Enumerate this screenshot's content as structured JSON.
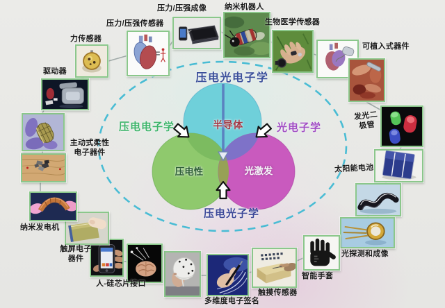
{
  "venn": {
    "top_field": "压电光电子学",
    "left_field": "压电电子学",
    "right_field": "光电子学",
    "bottom_field": "压电光子学",
    "circle_top": "半导体",
    "circle_left": "压电性",
    "circle_right": "光激发",
    "colors": {
      "top_circle": "#6fd0da",
      "left_circle": "#8fc96d",
      "right_circle": "#c95abe",
      "dashed_ellipse": "#49bcd4",
      "top_label": "#3a4f9a",
      "left_label": "#3eb56b",
      "right_label": "#a14ec4",
      "bottom_label": "#3c4898"
    }
  },
  "periphery": {
    "force_sensor": {
      "label": "力传感器"
    },
    "pressure_sensor": {
      "label": "压力/压强传感器"
    },
    "pressure_imaging": {
      "label": "压力/压强成像"
    },
    "nanorobot": {
      "label": "纳米机器人"
    },
    "biomedical_sensor": {
      "label": "生物医学传感器"
    },
    "implantable": {
      "label": "可植入式器件"
    },
    "led": {
      "label": "发光二\n极管"
    },
    "solar_cell": {
      "label": "太阳能电池"
    },
    "photodetection": {
      "label": "光探测和成像"
    },
    "smart_glove": {
      "label": "智能手套"
    },
    "touch_sensor": {
      "label": "触摸传感器"
    },
    "esignature": {
      "label": "多维度电子签名"
    },
    "chip_interface": {
      "label": "人-硅芯片接口"
    },
    "touchscreen": {
      "label": "触屏电子\n器件"
    },
    "nanogenerator": {
      "label": "纳米发电机"
    },
    "flexible_electronics": {
      "label": "主动式柔性\n电子器件"
    },
    "actuator": {
      "label": "驱动器"
    }
  }
}
